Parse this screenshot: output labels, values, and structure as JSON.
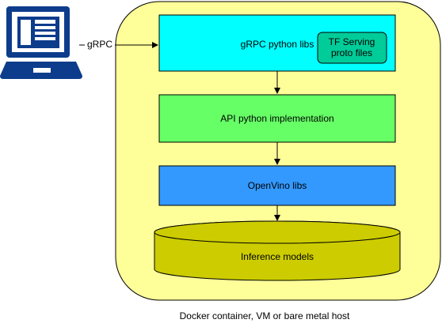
{
  "diagram": {
    "client": {
      "icon": "laptop-icon"
    },
    "connection": {
      "label": "gRPC"
    },
    "container": {
      "caption": "Docker container, VM or bare metal host",
      "color": "#ffff99"
    },
    "layers": {
      "grpc": {
        "label": "gRPC python libs",
        "color": "#00ffff"
      },
      "tf_serving": {
        "line1": "TF Serving",
        "line2": "proto files",
        "color": "#00cc99"
      },
      "api": {
        "label": "API python implementation",
        "color": "#66ff66"
      },
      "openvino": {
        "label": "OpenVino libs",
        "color": "#3399ff"
      },
      "models": {
        "label": "Inference models",
        "color": "#cccc00"
      }
    },
    "laptop_color": "#0d3c8c"
  }
}
